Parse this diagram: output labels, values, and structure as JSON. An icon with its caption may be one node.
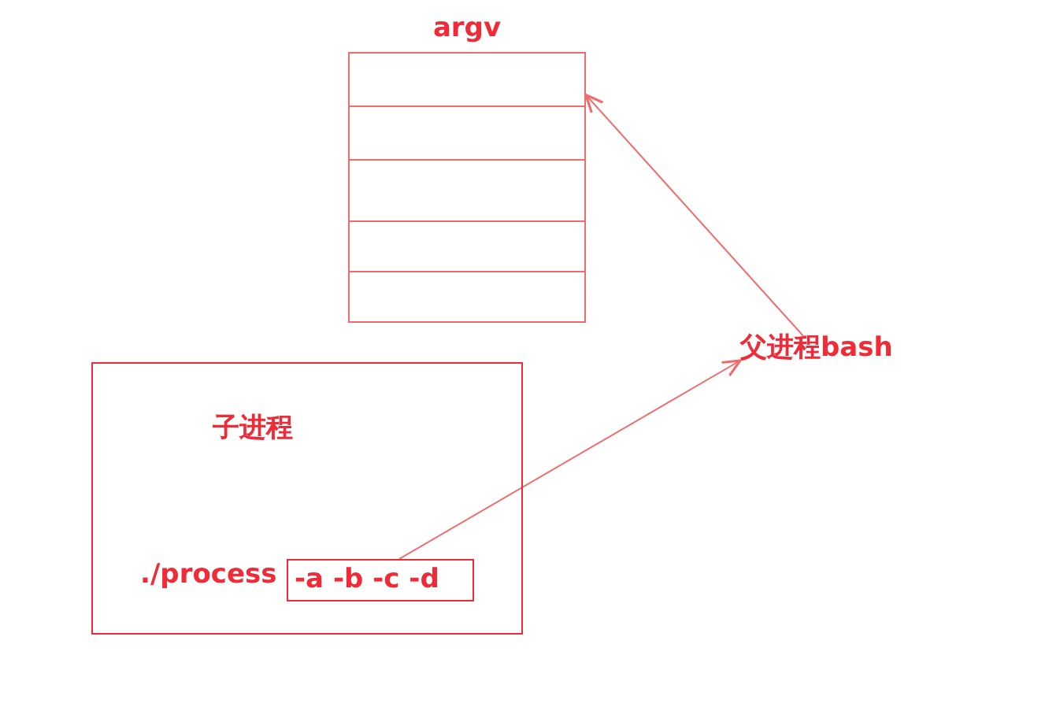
{
  "diagram": {
    "nodes": [
      {
        "text": [
          "argv"
        ]
      },
      {
        "text": [],
        "shape": "box",
        "in": 0
      },
      {
        "text": [],
        "shape": "box",
        "in": 0
      },
      {
        "text": [],
        "shape": "box",
        "in": 0
      },
      {
        "text": [],
        "shape": "box",
        "in": 0
      },
      {
        "text": [],
        "shape": "box",
        "in": 0
      },
      {
        "text": [
          "子进程"
        ]
      },
      {
        "text": [
          "./process"
        ],
        "in": 6
      },
      {
        "text": [
          "-a -b -c -d"
        ],
        "in": 6
      },
      {
        "text": [
          "父进程bash"
        ]
      }
    ],
    "edges": [
      {
        "from": 8,
        "to": 9,
        "arrow": "to"
      },
      {
        "from": 9,
        "to": 1,
        "arrow": "to"
      }
    ]
  }
}
